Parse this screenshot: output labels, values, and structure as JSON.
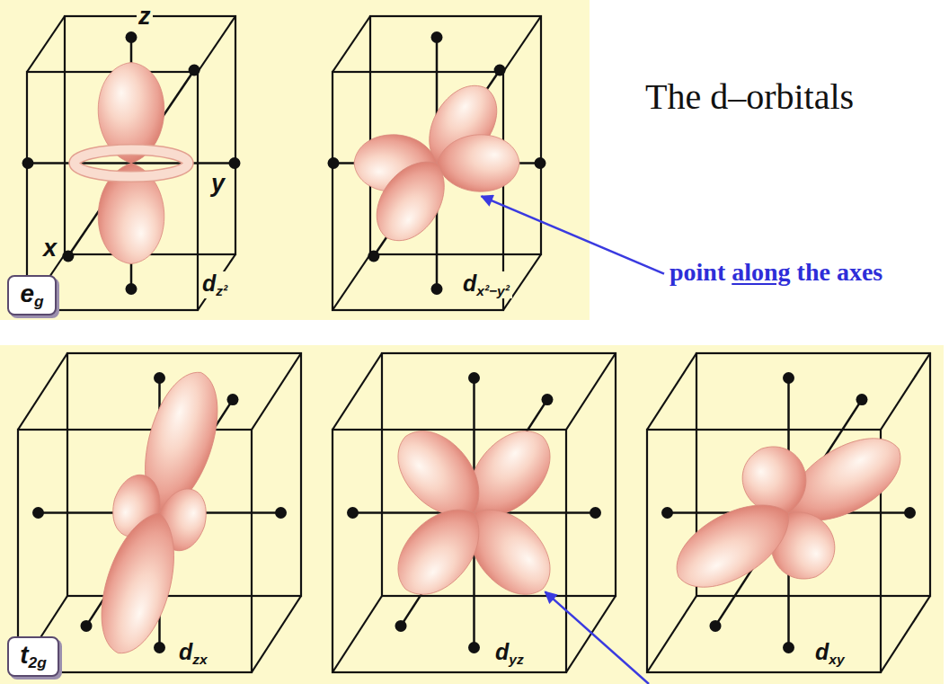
{
  "diagram": {
    "nodes": [
      {
        "text": [
          "eg"
        ]
      },
      {
        "text": [
          "t2g"
        ]
      }
    ],
    "labels": [
      "z",
      "x",
      "y",
      "dz²",
      "dx²−y²",
      "The d–orbitals",
      "point along the axes",
      "dzx",
      "dyz",
      "dxy"
    ]
  }
}
